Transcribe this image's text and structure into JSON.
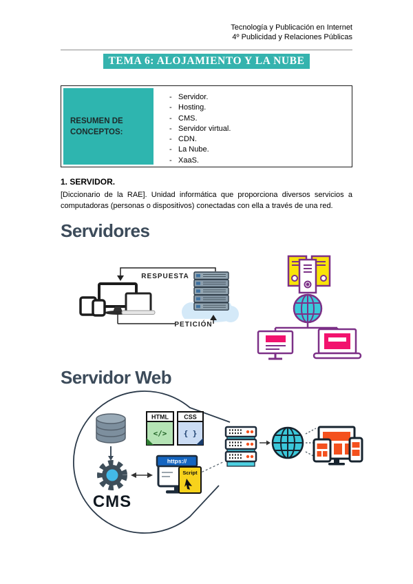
{
  "page": {
    "header": {
      "line1": "Tecnología y Publicación en Internet",
      "line2": "4º Publicidad y Relaciones Públicas"
    },
    "title": "TEMA 6: ALOJAMIENTO Y LA NUBE",
    "table": {
      "label": "RESUMEN DE CONCEPTOS:",
      "bullet": "-",
      "items": [
        "Servidor.",
        "Hosting.",
        "CMS.",
        "Servidor virtual.",
        "CDN.",
        "La Nube.",
        "XaaS."
      ]
    },
    "section1": {
      "heading": "1. SERVIDOR.",
      "body": "[Diccionario de la RAE]. Unidad informática que proporciona diversos servicios a computadoras (personas o dispositivos) conectadas con ella a través de una red."
    },
    "headings": {
      "servidores": "Servidores",
      "servidor_web": "Servidor Web"
    },
    "diagram1": {
      "response": "RESPUESTA",
      "request": "PETICIÓN"
    },
    "diagram2": {
      "html": "HTML",
      "html_code": "</>",
      "css": "CSS",
      "css_code": "{ }",
      "cms": "CMS",
      "url": "https://",
      "script": "Script"
    },
    "colors": {
      "teal": "#2EB5AF",
      "purple": "#7C3087",
      "pink": "#F2136E",
      "yellow": "#F9E408",
      "cyan": "#3BC8DA",
      "orange": "#F4511E",
      "cloud_blue": "#D4E9F8"
    }
  }
}
